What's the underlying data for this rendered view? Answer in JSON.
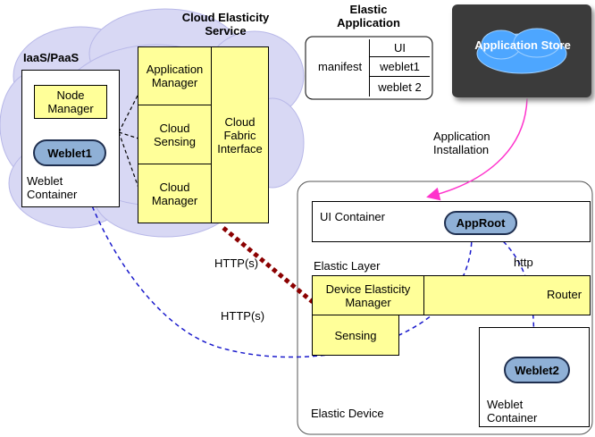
{
  "cloud": {
    "iaas_label": "IaaS/PaaS",
    "node_manager": "Node Manager",
    "weblet1": "Weblet1",
    "weblet_container": "Weblet Container"
  },
  "service": {
    "title": "Cloud Elasticity Service",
    "application_manager": "Application Manager",
    "cloud_sensing": "Cloud Sensing",
    "cloud_manager": "Cloud Manager",
    "cloud_fabric_interface": "Cloud Fabric Interface"
  },
  "elastic_app": {
    "title": "Elastic Application",
    "manifest": "manifest",
    "items": [
      "UI",
      "weblet1",
      "weblet 2"
    ]
  },
  "store": {
    "label": "Application Store"
  },
  "install_label": "Application Installation",
  "device": {
    "ui_container": "UI Container",
    "approot": "AppRoot",
    "elastic_layer": "Elastic Layer",
    "device_elasticity_manager": "Device Elasticity Manager",
    "router": "Router",
    "sensing": "Sensing",
    "weblet2": "Weblet2",
    "weblet_container": "Weblet Container",
    "title": "Elastic Device"
  },
  "links": {
    "http_s_upper": "HTTP(s)",
    "http_s_lower": "HTTP(s)",
    "http": "http"
  },
  "colors": {
    "box_fill": "#ffff99",
    "weblet_fill": "#8fb0d6",
    "cloud_fill": "#d8d8f4",
    "install_arrow": "#ff33cc",
    "dashed_link": "#1a1acc",
    "http_link": "#8b0000"
  }
}
